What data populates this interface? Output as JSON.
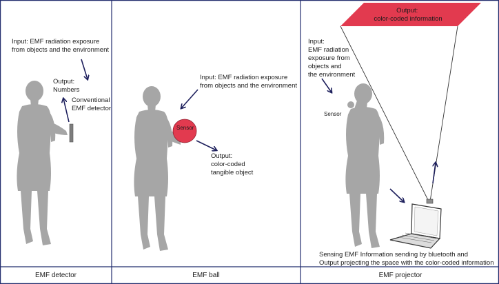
{
  "panels": [
    {
      "id": "emf-detector",
      "caption": "EMF detector",
      "input_label": [
        "Input: EMF radiation exposure",
        "from objects and the environment"
      ],
      "output_label": [
        "Output:",
        "Numbers"
      ],
      "device_label": [
        "Conventional",
        "EMF detector"
      ]
    },
    {
      "id": "emf-ball",
      "caption": "EMF ball",
      "input_label": [
        "Input: EMF radiation exposure",
        "from objects and the environment"
      ],
      "sensor_label": "Sensor",
      "output_label": [
        "Output:",
        "color-coded",
        "tangible object"
      ]
    },
    {
      "id": "emf-projector",
      "caption": "EMF projector",
      "input_label": [
        "Input:",
        "EMF radiation",
        "exposure from",
        "objects and",
        "the environment"
      ],
      "sensor_label": "Sensor",
      "output_label": [
        "Output:",
        "color-coded information"
      ],
      "footer_label": [
        "Sensing EMF Information sending by bluetooth and",
        "Output projecting the space with the color-coded information"
      ]
    }
  ],
  "colors": {
    "frame": "#222d6e",
    "silhouette": "#a6a6a6",
    "accent_red": "#e23a4f",
    "arrow": "#1d1f5c",
    "text": "#1b1b1b"
  }
}
